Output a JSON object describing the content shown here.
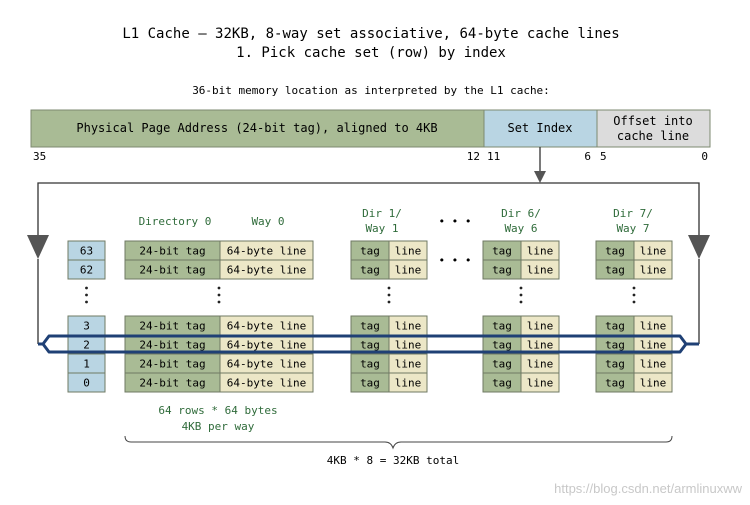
{
  "title": {
    "line1": "L1 Cache – 32KB, 8-way set associative, 64-byte cache lines",
    "line2": "1. Pick cache set (row) by index"
  },
  "address": {
    "caption": "36-bit memory location as interpreted by the L1 cache:",
    "tag_field": "Physical Page Address (24-bit tag), aligned to 4KB",
    "index_field": "Set Index",
    "offset_field_line1": "Offset into",
    "offset_field_line2": "cache line",
    "bits": {
      "b35": "35",
      "b12": "12",
      "b11": "11",
      "b6": "6",
      "b5": "5",
      "b0": "0"
    }
  },
  "ways": {
    "way0_dir": "Directory 0",
    "way0_way": "Way 0",
    "way1_line1": "Dir 1/",
    "way1_line2": "Way 1",
    "way6_line1": "Dir 6/",
    "way6_line2": "Way 6",
    "way7_line1": "Dir 7/",
    "way7_line2": "Way 7",
    "ellipsis": "• • •"
  },
  "cells": {
    "tag_full": "24-bit tag",
    "line_full": "64-byte line",
    "tag_short": "tag",
    "line_short": "line"
  },
  "rows": {
    "top": [
      "63",
      "62"
    ],
    "bottom": [
      "3",
      "2",
      "1",
      "0"
    ]
  },
  "notes": {
    "rows_line1": "64 rows * 64 bytes",
    "rows_line2": "4KB per way",
    "total": "4KB * 8 = 32KB total"
  },
  "watermark": "https://blog.csdn.net/armlinuxww",
  "colors": {
    "tag_green": "#a9bb95",
    "line_cream": "#ece7c7",
    "index_blue": "#b9d5e3",
    "offset_gray": "#dcdcdc",
    "highlight_navy": "#1f4075",
    "label_green": "#2f6b3a",
    "label_blue": "#3a6f9a"
  }
}
